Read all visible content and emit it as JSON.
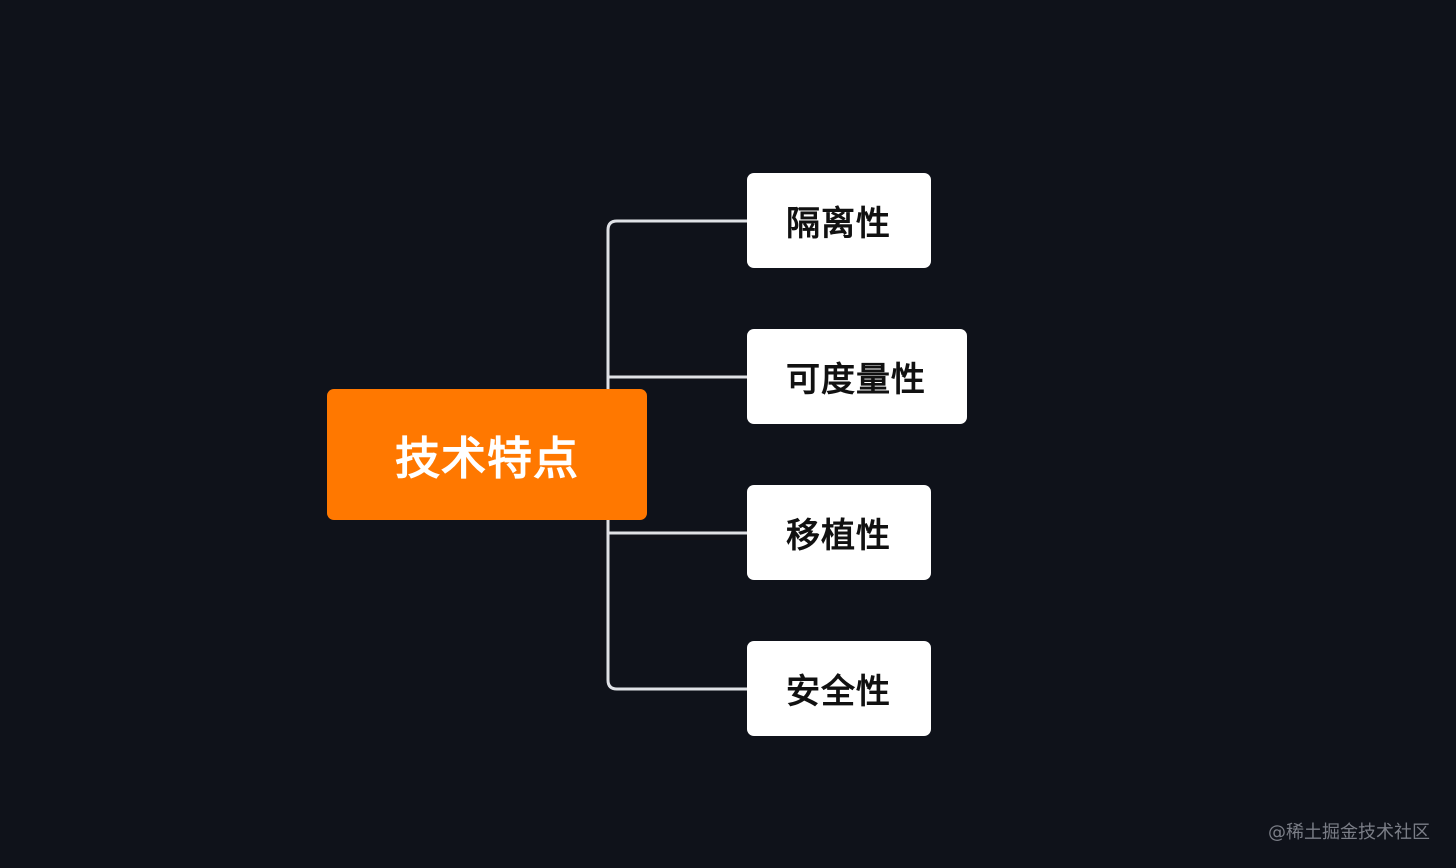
{
  "colors": {
    "background": "#0f121a",
    "root_fill": "#ff7800",
    "child_fill": "#ffffff",
    "connector": "#dfe1e6"
  },
  "diagram": {
    "type": "mind-map",
    "root": {
      "label": "技术特点"
    },
    "children": [
      {
        "label": "隔离性"
      },
      {
        "label": "可度量性"
      },
      {
        "label": "移植性"
      },
      {
        "label": "安全性"
      }
    ]
  },
  "watermark": "@稀土掘金技术社区"
}
